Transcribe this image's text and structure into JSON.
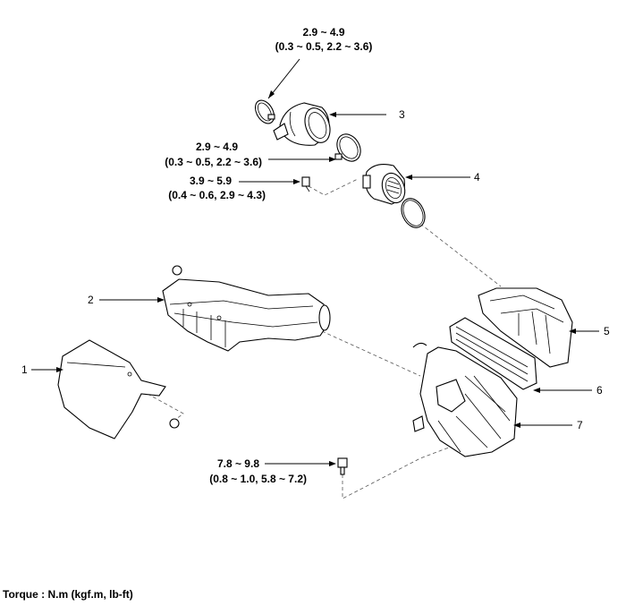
{
  "callouts": [
    {
      "id": "1",
      "label": "1"
    },
    {
      "id": "2",
      "label": "2"
    },
    {
      "id": "3",
      "label": "3"
    },
    {
      "id": "4",
      "label": "4"
    },
    {
      "id": "5",
      "label": "5"
    },
    {
      "id": "6",
      "label": "6"
    },
    {
      "id": "7",
      "label": "7"
    }
  ],
  "torques": {
    "clamp_upper": {
      "line1": "2.9 ~ 4.9",
      "line2": "(0.3 ~ 0.5, 2.2 ~ 3.6)"
    },
    "clamp_lower": {
      "line1": "2.9 ~ 4.9",
      "line2": "(0.3 ~ 0.5, 2.2 ~ 3.6)"
    },
    "bolt_small": {
      "line1": "3.9 ~ 5.9",
      "line2": "(0.4 ~ 0.6, 2.9 ~ 4.3)"
    },
    "bolt_bottom": {
      "line1": "7.8 ~ 9.8",
      "line2": "(0.8 ~ 1.0, 5.8 ~ 7.2)"
    }
  },
  "footer": {
    "torque_units": "Torque : N.m (kgf.m, lb-ft)"
  }
}
